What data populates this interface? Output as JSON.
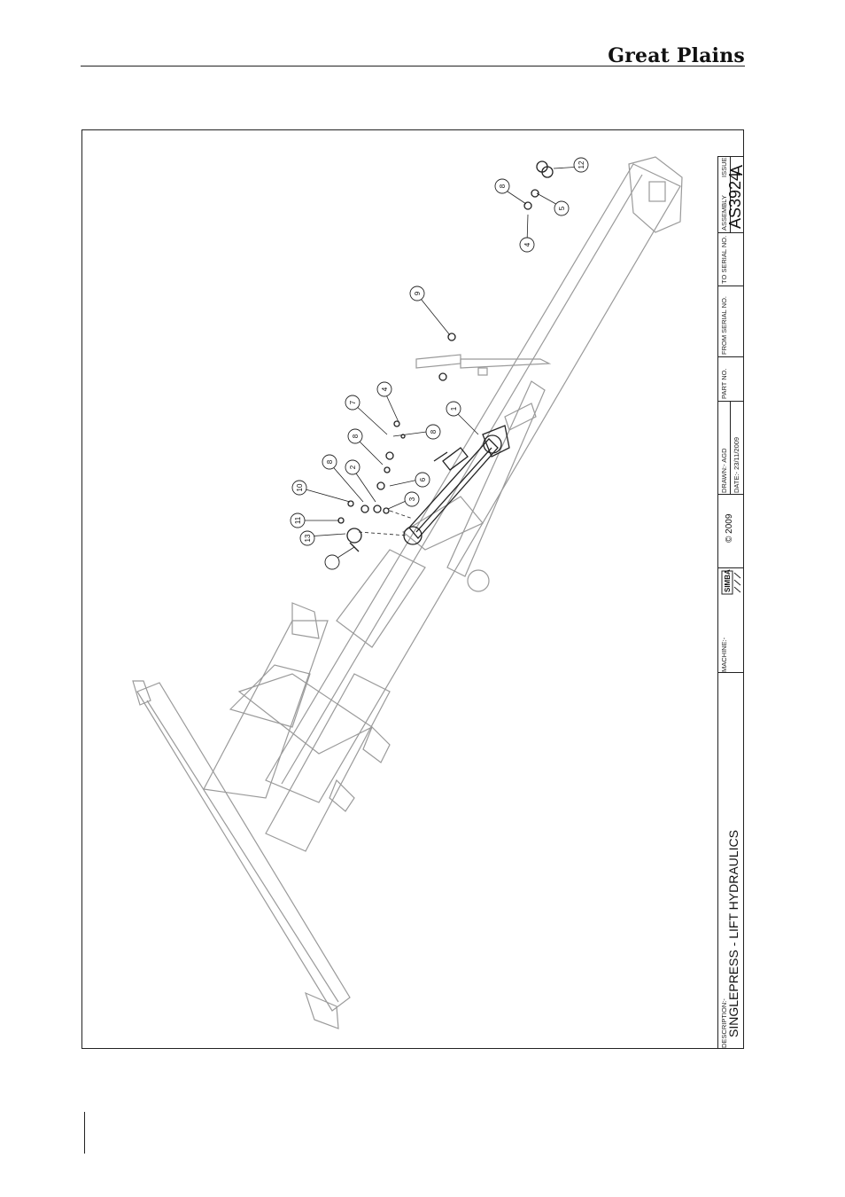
{
  "header": {
    "brand": "Great Plains"
  },
  "title_block": {
    "description_label": "DESCRIPTION:-",
    "description_value": "SINGLEPRESS - LIFT HYDRAULICS",
    "machine_label": "MACHINE:-",
    "logo_text": "SIMBA",
    "copyright": "© 2009",
    "drawn": "DRAWN:-  AGD",
    "date": "DATE:-  23/11/2009",
    "part_no_label": "PART NO.",
    "from_serial_label": "FROM SERIAL NO.",
    "to_serial_label": "TO SERIAL NO.",
    "assembly_label": "ASSEMBLY",
    "assembly_value": "AS3924",
    "issue_label": "ISSUE",
    "issue_value": "A"
  },
  "callouts": [
    "12",
    "8",
    "5",
    "4",
    "9",
    "4",
    "7",
    "8",
    "1",
    "8",
    "6",
    "2",
    "8",
    "3",
    "10",
    "11",
    "13"
  ]
}
